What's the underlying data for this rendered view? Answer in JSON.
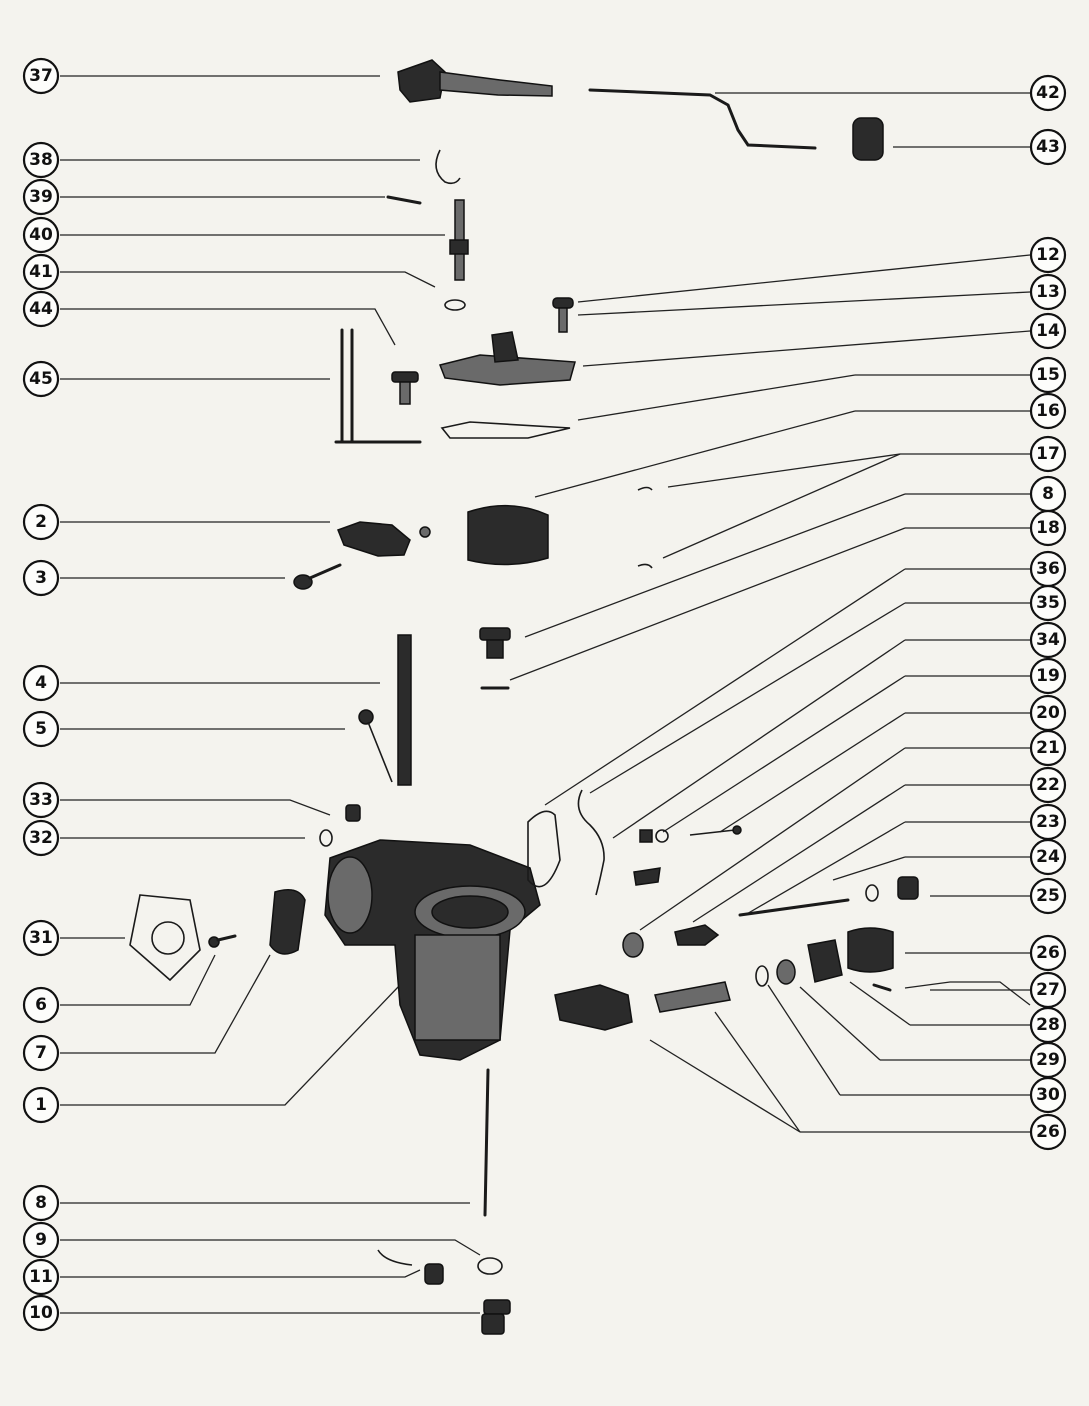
{
  "callouts": {
    "c37": "37",
    "c38": "38",
    "c39": "39",
    "c40": "40",
    "c41": "41",
    "c44": "44",
    "c45": "45",
    "c2": "2",
    "c3": "3",
    "c4": "4",
    "c5": "5",
    "c33": "33",
    "c32": "32",
    "c31": "31",
    "c6": "6",
    "c7": "7",
    "c1": "1",
    "c8a": "8",
    "c9": "9",
    "c11": "11",
    "c10": "10",
    "c42": "42",
    "c43": "43",
    "c12": "12",
    "c13": "13",
    "c14": "14",
    "c15": "15",
    "c16": "16",
    "c17": "17",
    "c8b": "8",
    "c18": "18",
    "c36": "36",
    "c35": "35",
    "c34": "34",
    "c19": "19",
    "c20": "20",
    "c21": "21",
    "c22": "22",
    "c23": "23",
    "c24": "24",
    "c25": "25",
    "c26a": "26",
    "c27": "27",
    "c28": "28",
    "c29": "29",
    "c30": "30",
    "c26b": "26"
  },
  "colors": {
    "ink": "#111111",
    "paper": "#f4f3ee"
  }
}
